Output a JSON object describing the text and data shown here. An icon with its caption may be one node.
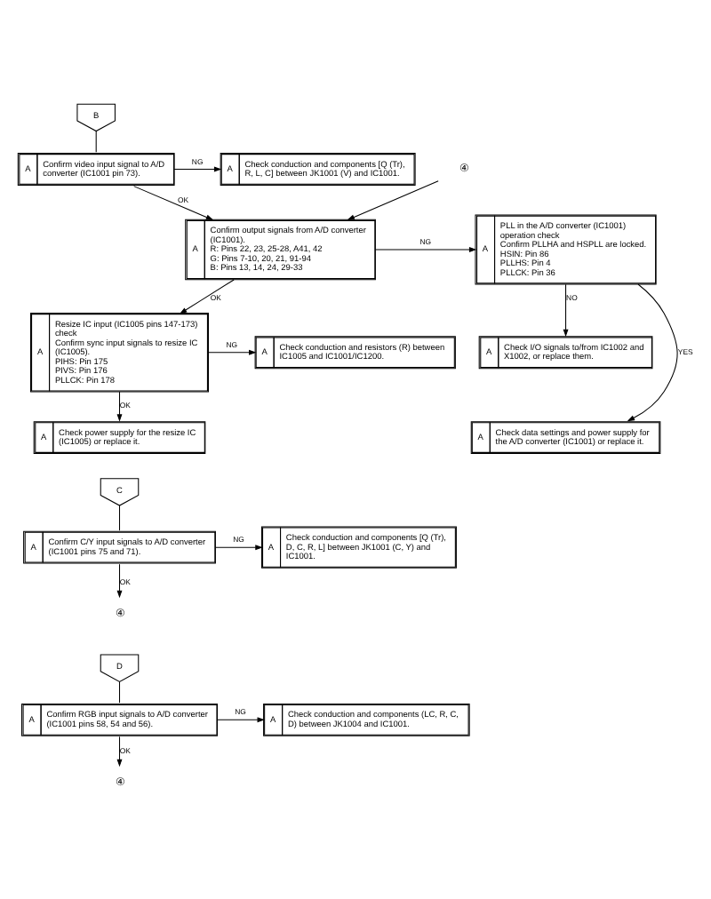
{
  "diagram": {
    "nodes": [
      {
        "text": [
          "B"
        ]
      },
      {
        "text": [
          "A",
          "Confirm video input signal to A/D converter (IC1001 pin 73)."
        ]
      },
      {
        "text": [
          "A",
          "Check conduction and components [Q (Tr), R, L, C] between JK1001 (V) and IC1001."
        ]
      },
      {
        "text": [
          "④"
        ]
      },
      {
        "text": [
          "A",
          "Confirm output signals from A/D converter (IC1001).",
          "R: Pins 22, 23, 25-28, A41, 42",
          "G: Pins 7-10, 20, 21, 91-94",
          "B: Pins 13, 14, 24, 29-33"
        ]
      },
      {
        "text": [
          "A",
          "PLL in the A/D converter (IC1001) operation check",
          "Confirm PLLHA and HSPLL are locked.",
          "HSIN: Pin 86",
          "PLLHS: Pin 4",
          "PLLCK: Pin 36"
        ]
      },
      {
        "text": [
          "A",
          "Check I/O signals to/from IC1002 and X1002, or replace them."
        ]
      },
      {
        "text": [
          "A",
          "Check data settings and power supply for the A/D converter (IC1001) or replace it."
        ]
      },
      {
        "text": [
          "A",
          "Resize IC input (IC1005 pins 147-173) check",
          "Confirm sync input signals to resize IC (IC1005).",
          "PIHS: Pin 175",
          "PIVS: Pin 176",
          "PLLCK: Pin 178"
        ]
      },
      {
        "text": [
          "A",
          "Check conduction and resistors (R) between IC1005 and IC1001/IC1200."
        ]
      },
      {
        "text": [
          "A",
          "Check power supply for the resize IC (IC1005) or replace it."
        ]
      },
      {
        "text": [
          "C"
        ]
      },
      {
        "text": [
          "A",
          "Confirm C/Y input signals to A/D converter (IC1001 pins 75 and 71)."
        ]
      },
      {
        "text": [
          "A",
          "Check conduction and components [Q (Tr), D, C, R, L] between JK1001 (C, Y) and IC1001."
        ]
      },
      {
        "text": [
          "④"
        ]
      },
      {
        "text": [
          "D"
        ]
      },
      {
        "text": [
          "A",
          "Confirm RGB input signals to A/D converter (IC1001 pins 58, 54 and 56)."
        ]
      },
      {
        "text": [
          "A",
          "Check conduction and components (LC, R, C, D) between JK1004 and IC1001."
        ]
      },
      {
        "text": [
          "④"
        ]
      }
    ],
    "edges": [
      {
        "from": 0,
        "to": 1,
        "arrow": "none"
      },
      {
        "from": 1,
        "to": 2,
        "arrow": "to",
        "label": "NG"
      },
      {
        "from": 1,
        "to": 4,
        "arrow": "to",
        "label": "OK"
      },
      {
        "from": 3,
        "to": 4,
        "arrow": "to"
      },
      {
        "from": 4,
        "to": 5,
        "arrow": "to",
        "label": "NG"
      },
      {
        "from": 4,
        "to": 8,
        "arrow": "to",
        "label": "OK"
      },
      {
        "from": 5,
        "to": 7,
        "arrow": "to",
        "label": "YES"
      },
      {
        "from": 5,
        "to": 6,
        "arrow": "to",
        "label": "NO"
      },
      {
        "from": 8,
        "to": 9,
        "arrow": "to",
        "label": "NG"
      },
      {
        "from": 8,
        "to": 10,
        "arrow": "to",
        "label": "OK"
      },
      {
        "from": 11,
        "to": 12,
        "arrow": "none"
      },
      {
        "from": 12,
        "to": 13,
        "arrow": "to",
        "label": "NG"
      },
      {
        "from": 12,
        "to": 14,
        "arrow": "to",
        "label": "OK"
      },
      {
        "from": 15,
        "to": 16,
        "arrow": "none"
      },
      {
        "from": 16,
        "to": 17,
        "arrow": "to",
        "label": "NG"
      },
      {
        "from": 16,
        "to": 18,
        "arrow": "to",
        "label": "OK"
      }
    ]
  }
}
